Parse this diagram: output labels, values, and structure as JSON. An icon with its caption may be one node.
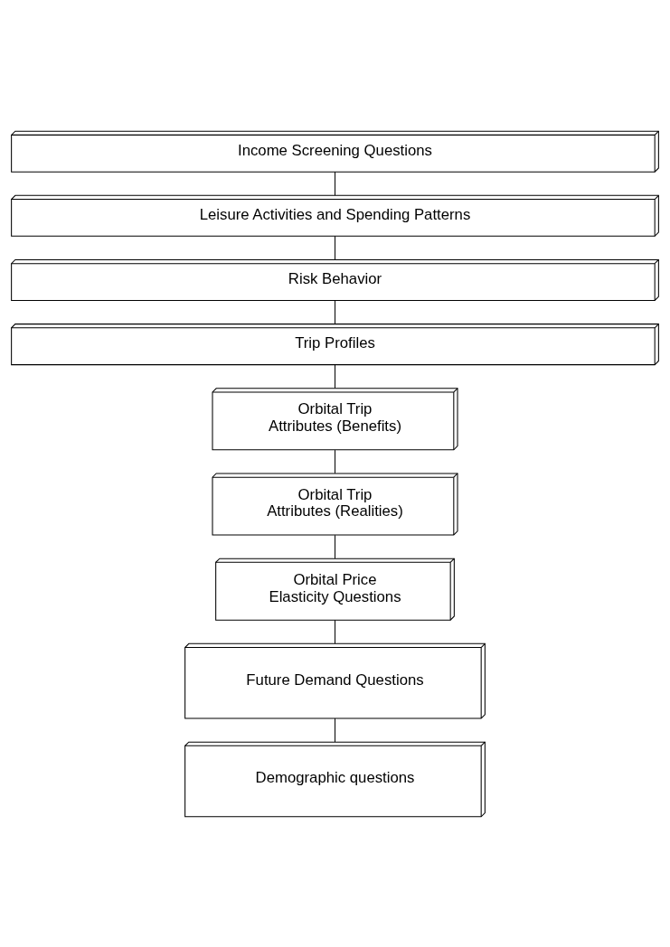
{
  "diagram": {
    "nodes": [
      {
        "text": [
          "Income Screening Questions"
        ]
      },
      {
        "text": [
          "Leisure Activities and Spending Patterns"
        ]
      },
      {
        "text": [
          "Risk Behavior"
        ]
      },
      {
        "text": [
          "Trip Profiles"
        ]
      },
      {
        "text": [
          "Orbital Trip Attributes (Benefits)"
        ]
      },
      {
        "text": [
          "Orbital Trip Attributes (Realities)"
        ]
      },
      {
        "text": [
          "Orbital Price Elasticity Questions"
        ]
      },
      {
        "text": [
          "Future Demand Questions"
        ]
      },
      {
        "text": [
          "Demographic questions"
        ]
      }
    ],
    "edges": [
      {
        "from": 0,
        "to": 1,
        "arrow": "none"
      },
      {
        "from": 1,
        "to": 2,
        "arrow": "none"
      },
      {
        "from": 2,
        "to": 3,
        "arrow": "none"
      },
      {
        "from": 3,
        "to": 4,
        "arrow": "none"
      },
      {
        "from": 4,
        "to": 5,
        "arrow": "none"
      },
      {
        "from": 5,
        "to": 6,
        "arrow": "none"
      },
      {
        "from": 6,
        "to": 7,
        "arrow": "none"
      },
      {
        "from": 7,
        "to": 8,
        "arrow": "none"
      }
    ]
  }
}
